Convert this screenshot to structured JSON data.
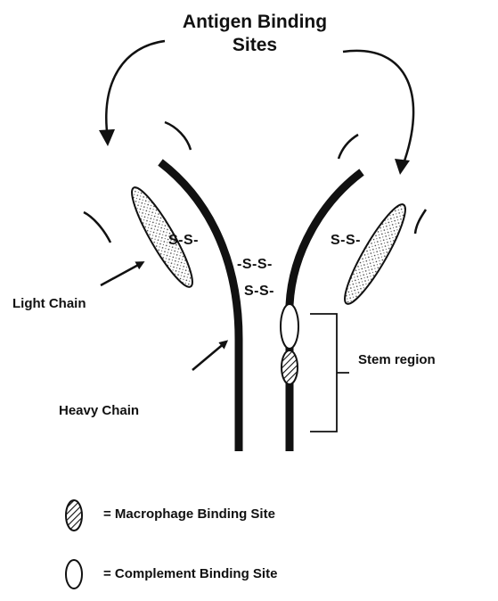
{
  "diagram": {
    "title_line1": "Antigen Binding",
    "title_line2": "Sites",
    "disulfide_labels": {
      "left_light": "S-S-",
      "upper_heavy": "-S-S-",
      "lower_heavy": "S-S-",
      "right_light": "S-S-"
    },
    "light_chain_label": "Light Chain",
    "heavy_chain_label": "Heavy Chain",
    "stem_region_label": "Stem region"
  },
  "legend": {
    "macrophage": {
      "text": "= Macrophage Binding Site",
      "icon": "hatched-oval-icon"
    },
    "complement": {
      "text": "= Complement Binding Site",
      "icon": "open-oval-icon"
    }
  },
  "colors": {
    "ink": "#111111",
    "background": "#ffffff"
  }
}
